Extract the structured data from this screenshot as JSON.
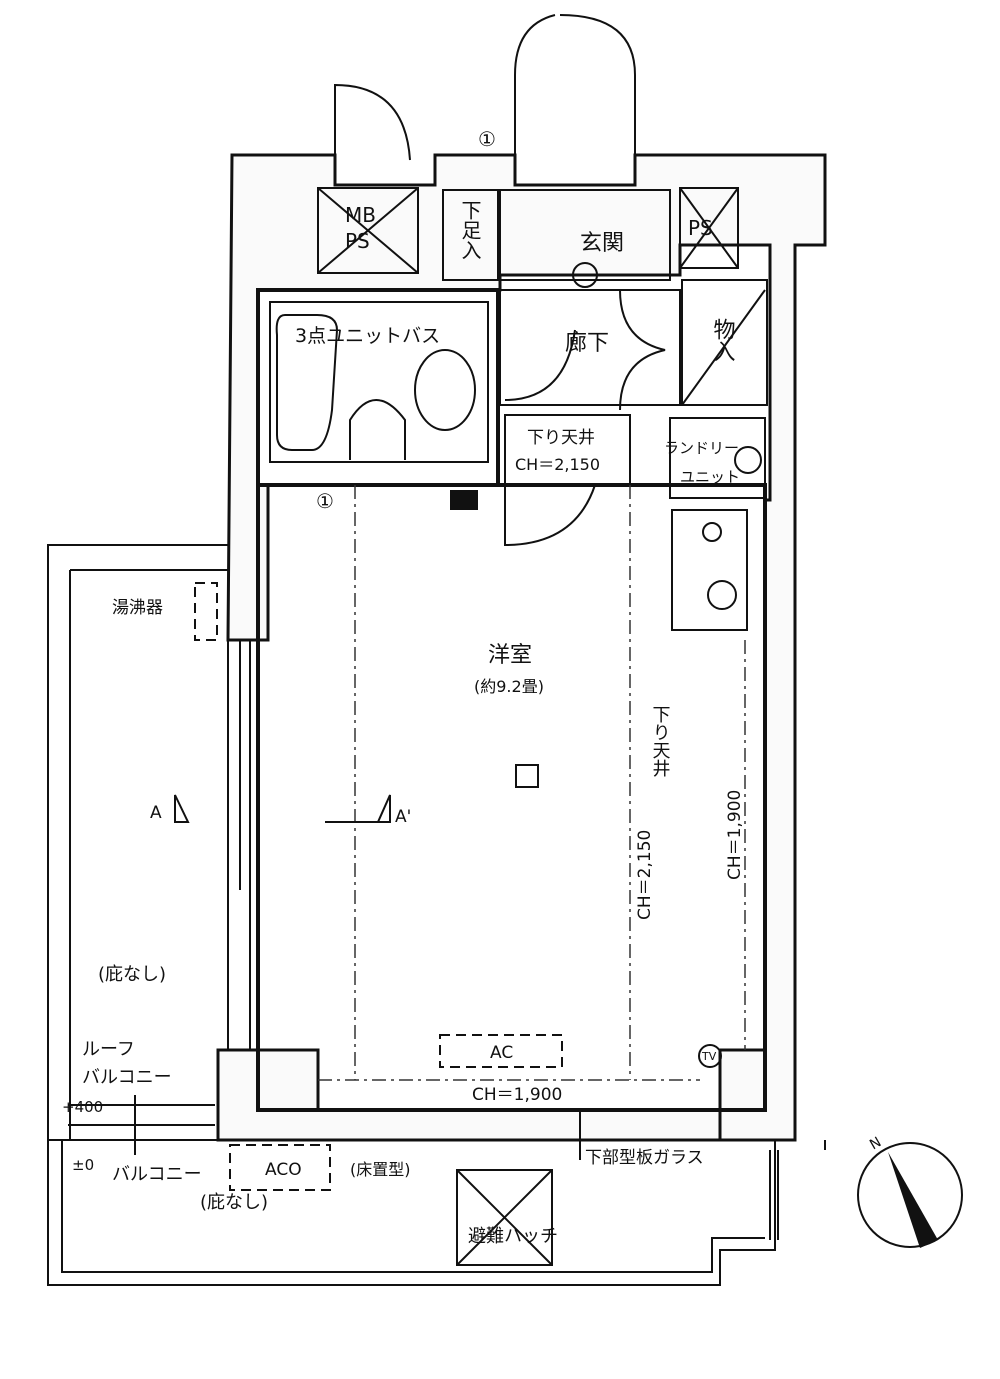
{
  "rooms": {
    "mb_ps": [
      "MB",
      "PS"
    ],
    "ps": "PS",
    "shoe_storage": "下足入",
    "entrance": "玄関",
    "unit_bath": "3点ユニットバス",
    "corridor": "廊下",
    "storage": "物入",
    "lowered_ceiling_top": "下り天井",
    "ch_2150_top": "CH＝2,150",
    "laundry": [
      "ランドリー",
      "ユニット"
    ],
    "western_room": "洋室",
    "western_room_size": "(約9.2畳)",
    "lowered_ceiling_side": "下り天井",
    "ch_2150_side": "CH＝2,150",
    "ch_1900_side": "CH＝1,900",
    "ac": "AC",
    "ch_1900_bottom": "CH＝1,900",
    "water_heater": "湯沸器",
    "section_a": "A",
    "section_a_prime": "A'",
    "no_eaves_roof": "(庇なし)",
    "roof_balcony": [
      "ルーフ",
      "バルコニー"
    ],
    "level_plus400": "+400",
    "level_zero": "±0",
    "balcony": "バルコニー",
    "no_eaves_balcony": "(庇なし)",
    "aco": "ACO",
    "floor_type": "(床置型)",
    "lower_glass": "下部型板ガラス",
    "evacuation_hatch": "避難ハッチ",
    "marker_1": "①",
    "marker_tv": "TV"
  },
  "compass": {
    "label": "N"
  }
}
